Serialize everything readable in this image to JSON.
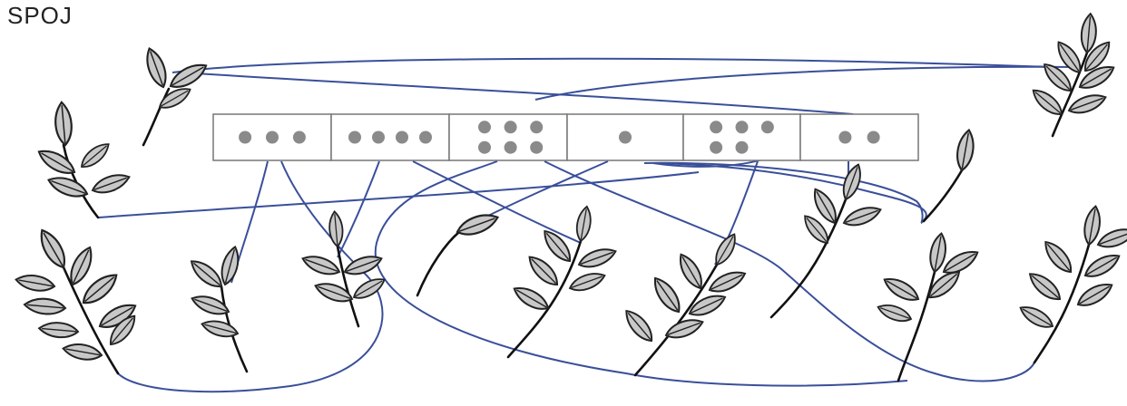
{
  "title": "SPOJ",
  "cells": [
    {
      "dots": 3
    },
    {
      "dots": 4
    },
    {
      "dots": 6
    },
    {
      "dots": 1
    },
    {
      "dots": 5
    },
    {
      "dots": 2
    }
  ],
  "colors": {
    "line": "#3a4f9a",
    "leaf_fill": "#c8c8c8",
    "dot": "#8a8a8a",
    "cell_border": "#777777"
  }
}
